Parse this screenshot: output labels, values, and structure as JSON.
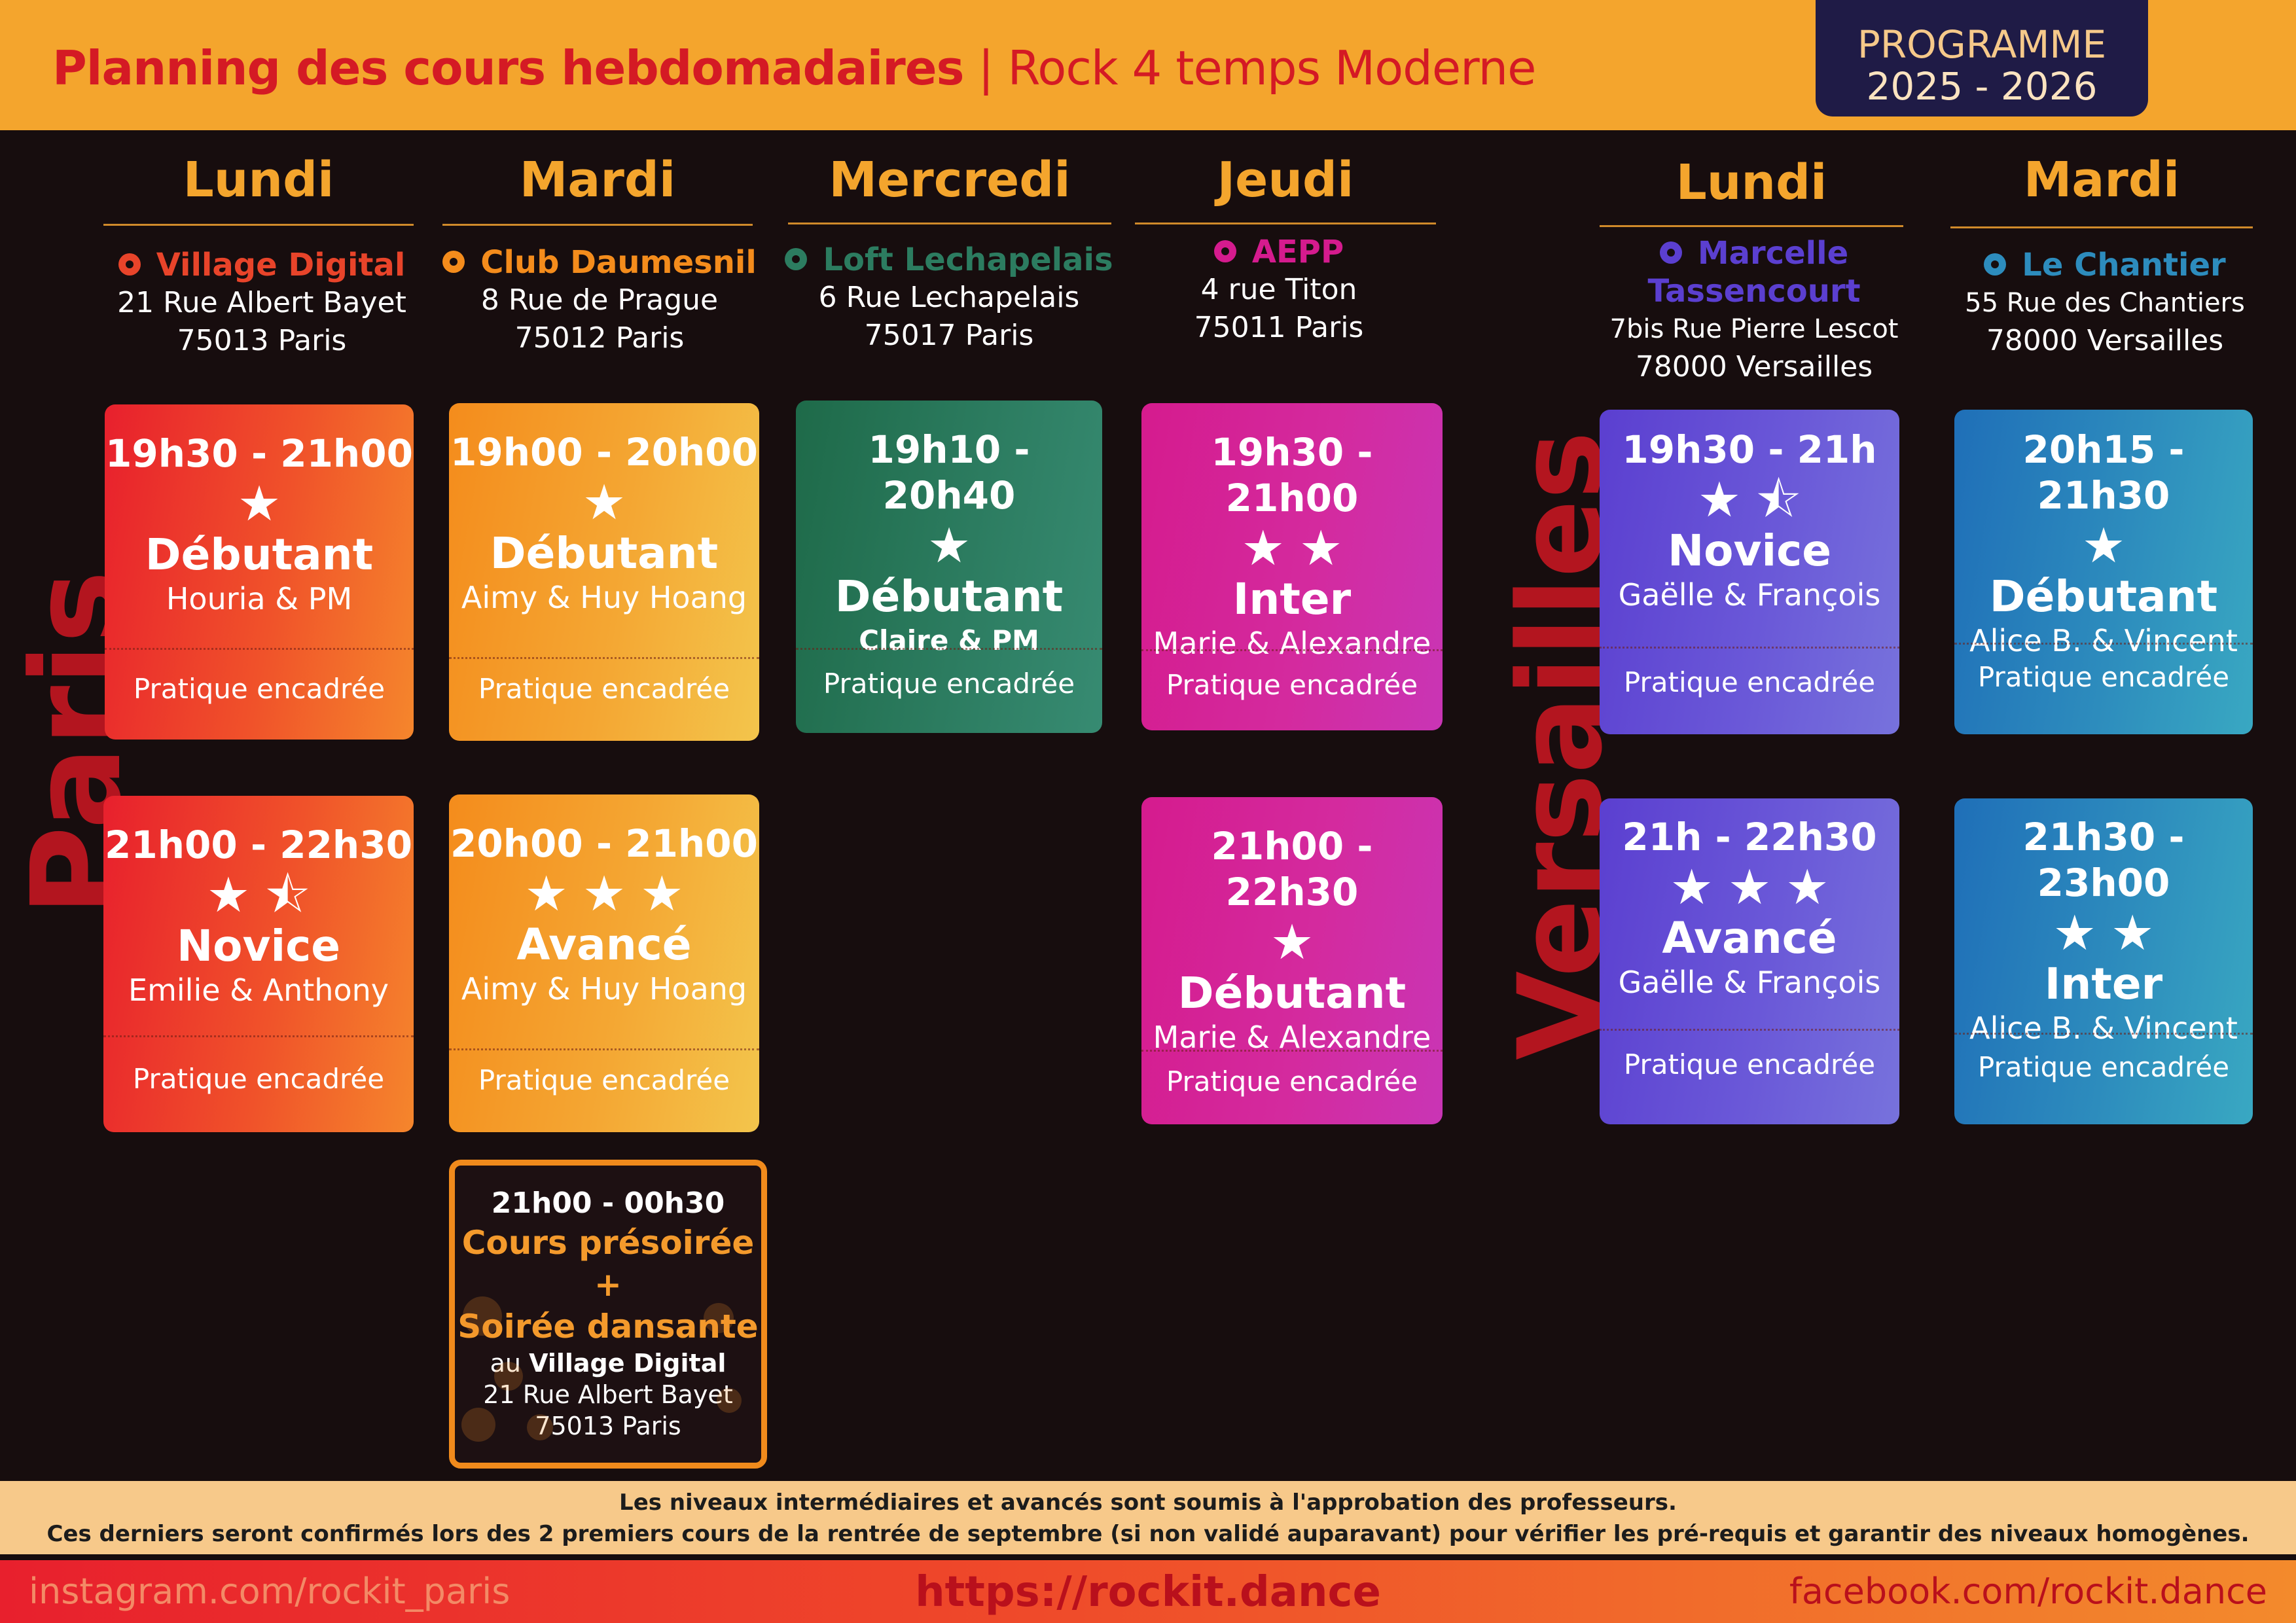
{
  "header": {
    "title_bold": "Planning des cours hebdomadaires",
    "title_sep": " | ",
    "title_rest": "Rock 4 temps Moderne",
    "programme_label": "PROGRAMME",
    "programme_years": "2025 - 2026"
  },
  "regions": {
    "paris": "Paris",
    "versailles": "Versailles"
  },
  "columns": [
    {
      "day": "Lundi",
      "venue_name": "Village Digital",
      "addr1": "21 Rue Albert Bayet",
      "addr2": "75013 Paris",
      "color": "#e8442a"
    },
    {
      "day": "Mardi",
      "venue_name": "Club Daumesnil",
      "addr1": "8 Rue de Prague",
      "addr2": "75012 Paris",
      "color": "#f48c1c"
    },
    {
      "day": "Mercredi",
      "venue_name": "Loft Lechapelais",
      "addr1": "6 Rue Lechapelais",
      "addr2": "75017 Paris",
      "color": "#2c7c60"
    },
    {
      "day": "Jeudi",
      "venue_name": "AEPP",
      "addr1": "4 rue Titon",
      "addr2": "75011 Paris",
      "color": "#d51b8e"
    },
    {
      "day": "Lundi",
      "venue_name": "Marcelle",
      "venue_name2": "Tassencourt",
      "addr1": "7bis Rue Pierre Lescot",
      "addr2": "78000 Versailles",
      "color": "#5b3fd0"
    },
    {
      "day": "Mardi",
      "venue_name": "Le Chantier",
      "addr1": "55 Rue des Chantiers",
      "addr2": "78000 Versailles",
      "color": "#2d8cbd"
    }
  ],
  "cards": [
    {
      "time": "19h30 - 21h00",
      "stars": "★",
      "level": "Débutant",
      "teachers": "Houria & PM",
      "practice": "Pratique encadrée"
    },
    {
      "time": "21h00 - 22h30",
      "stars": "★⯪",
      "level": "Novice",
      "teachers": "Emilie & Anthony",
      "practice": "Pratique encadrée"
    },
    {
      "time": "19h00 - 20h00",
      "stars": "★",
      "level": "Débutant",
      "teachers": "Aimy & Huy Hoang",
      "practice": "Pratique encadrée"
    },
    {
      "time": "20h00 - 21h00",
      "stars": "★★★",
      "level": "Avancé",
      "teachers": "Aimy & Huy Hoang",
      "practice": "Pratique encadrée"
    },
    {
      "time": "19h10 - 20h40",
      "stars": "★",
      "level": "Débutant",
      "teachers": "Claire & PM",
      "practice": "Pratique encadrée"
    },
    {
      "time": "19h30 - 21h00",
      "stars": "★★",
      "level": "Inter",
      "teachers": "Marie & Alexandre",
      "practice": "Pratique encadrée"
    },
    {
      "time": "21h00 - 22h30",
      "stars": "★",
      "level": "Débutant",
      "teachers": "Marie & Alexandre",
      "practice": "Pratique encadrée"
    },
    {
      "time": "19h30 - 21h",
      "stars": "★⯪",
      "level": "Novice",
      "teachers": "Gaëlle & François",
      "practice": "Pratique encadrée"
    },
    {
      "time": "21h - 22h30",
      "stars": "★★★",
      "level": "Avancé",
      "teachers": "Gaëlle & François",
      "practice": "Pratique encadrée"
    },
    {
      "time": "20h15 - 21h30",
      "stars": "★",
      "level": "Débutant",
      "teachers": "Alice B. & Vincent",
      "practice": "Pratique encadrée"
    },
    {
      "time": "21h30 - 23h00",
      "stars": "★★",
      "level": "Inter",
      "teachers": "Alice B. & Vincent",
      "practice": "Pratique encadrée"
    }
  ],
  "soiree": {
    "time": "21h00 - 00h30",
    "line1": "Cours  présoirée",
    "plus": "+",
    "line2": "Soirée dansante",
    "au": "au ",
    "venue": "Village Digital",
    "addr1": "21 Rue Albert Bayet",
    "addr2": "75013 Paris"
  },
  "note": {
    "line1": "Les niveaux intermédiaires et avancés sont soumis à l'approbation des professeurs.",
    "line2": "Ces derniers seront confirmés lors des 2 premiers cours de la rentrée de septembre (si non validé auparavant) pour vérifier les pré-requis et garantir des niveaux homogènes."
  },
  "footer": {
    "instagram": "instagram.com/rockit_paris",
    "website": "https://rockit.dance",
    "facebook": "facebook.com/rockit.dance"
  },
  "colors": {
    "header_bg": "#f4a52d",
    "title_red": "#d41a24",
    "badge_navy": "#1f1b46",
    "page_bg": "#170d0e",
    "region_label": "#b3151f",
    "note_bg": "#f7c98a"
  },
  "icons": {
    "venue_pin": "map-pin-icon",
    "level_star": "star-icon",
    "half_star": "half-star-icon"
  }
}
